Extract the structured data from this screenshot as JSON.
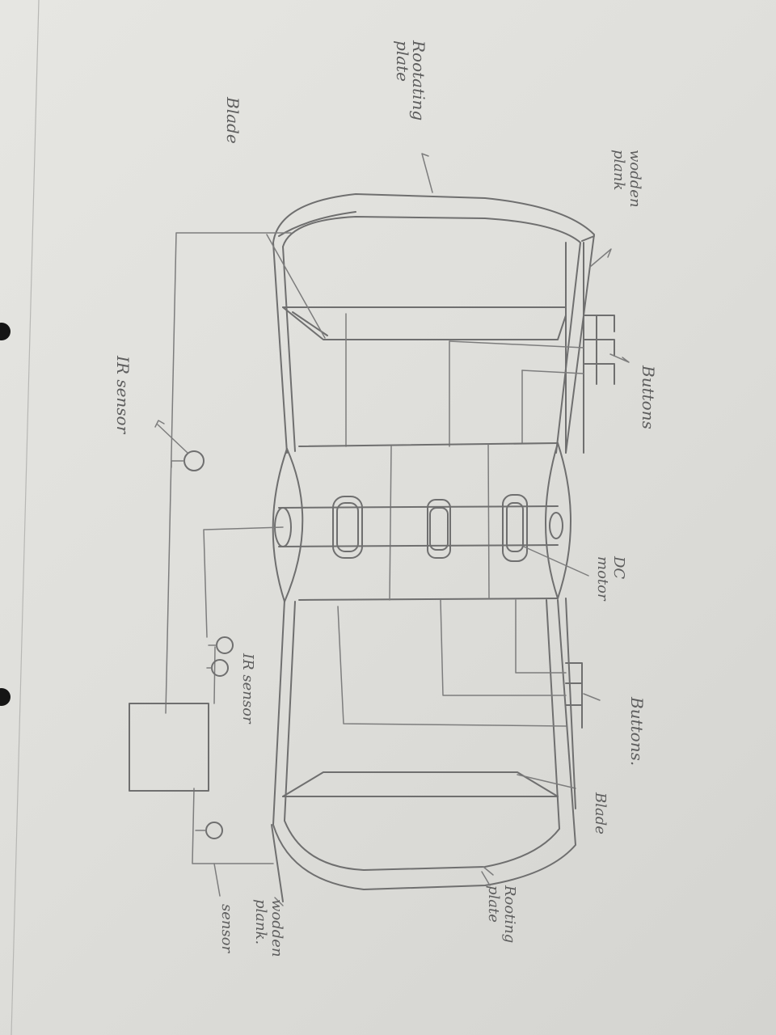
{
  "labels": {
    "rotating_plate_top": [
      "Rootating",
      "plate"
    ],
    "blade_top": "Blade",
    "wooden_plank_top": [
      "wodden",
      "plank"
    ],
    "buttons_top": "Buttons",
    "ir_sensor_left": "IR sensor",
    "dc_motor": [
      "DC",
      "motor"
    ],
    "ir_sensor_mid": "IR sensor",
    "buttons_bottom": "Buttons.",
    "blade_bottom": "Blade",
    "rotating_plate_bottom": [
      "Rooting",
      "plate"
    ],
    "wooden_plank_bottom": [
      "wodden",
      "plank."
    ],
    "sensor_bottom": "sensor"
  }
}
